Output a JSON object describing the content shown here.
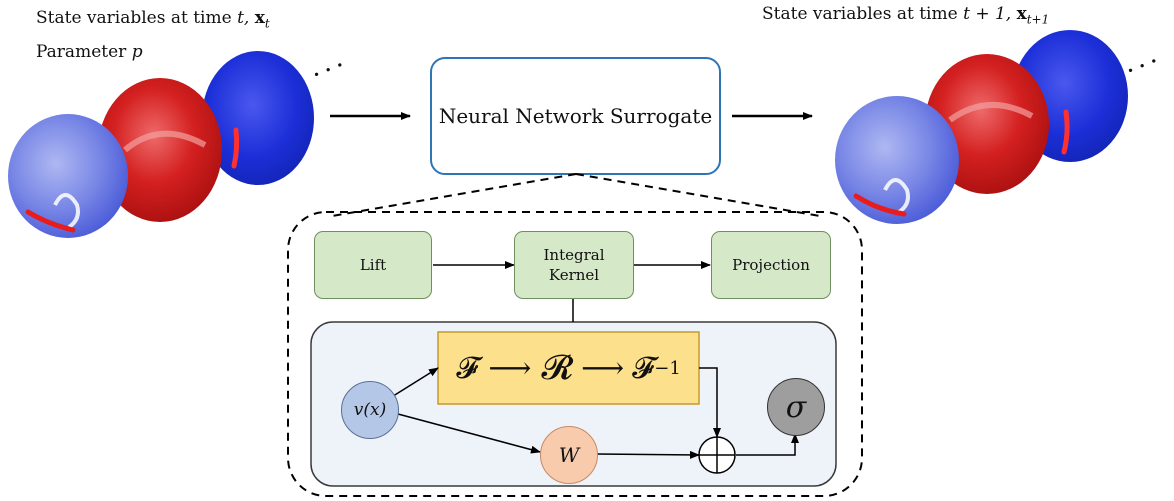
{
  "left": {
    "title_prefix": "State variables at time ",
    "title_t": "t,",
    "title_x": "x",
    "title_sub": "t",
    "param_prefix": "Parameter ",
    "param_var": "p",
    "ellipsis": "· · ·"
  },
  "right": {
    "title_prefix": "State variables at time ",
    "title_t": "t + 1,",
    "title_x": "x",
    "title_sub": "t+1",
    "ellipsis": "· · ·"
  },
  "surrogate": {
    "label": "Neural Network Surrogate"
  },
  "pipeline": {
    "lift": "Lift",
    "kernel_line1": "Integral",
    "kernel_line2": "Kernel",
    "projection": "Projection"
  },
  "kernel_detail": {
    "fourier": "𝓕",
    "arrow1": "⟶",
    "r_op": "𝓡",
    "arrow2": "⟶",
    "inv_fourier": "𝓕",
    "inv_sup": "−1",
    "input": "v(x)",
    "weight": "W",
    "activation": "σ",
    "sum": "+"
  },
  "colors": {
    "surrogate_border": "#2e75b6",
    "stage_fill": "#d5e8c8",
    "detail_fill": "#eef2f9",
    "fft_fill": "#fde08c",
    "fft_border": "#c49a2c",
    "input_fill": "#b4c7e7",
    "weight_fill": "#f8cbad",
    "activation_fill": "#9e9e9e",
    "field_red": "#d42020",
    "field_blue": "#2438d8"
  }
}
